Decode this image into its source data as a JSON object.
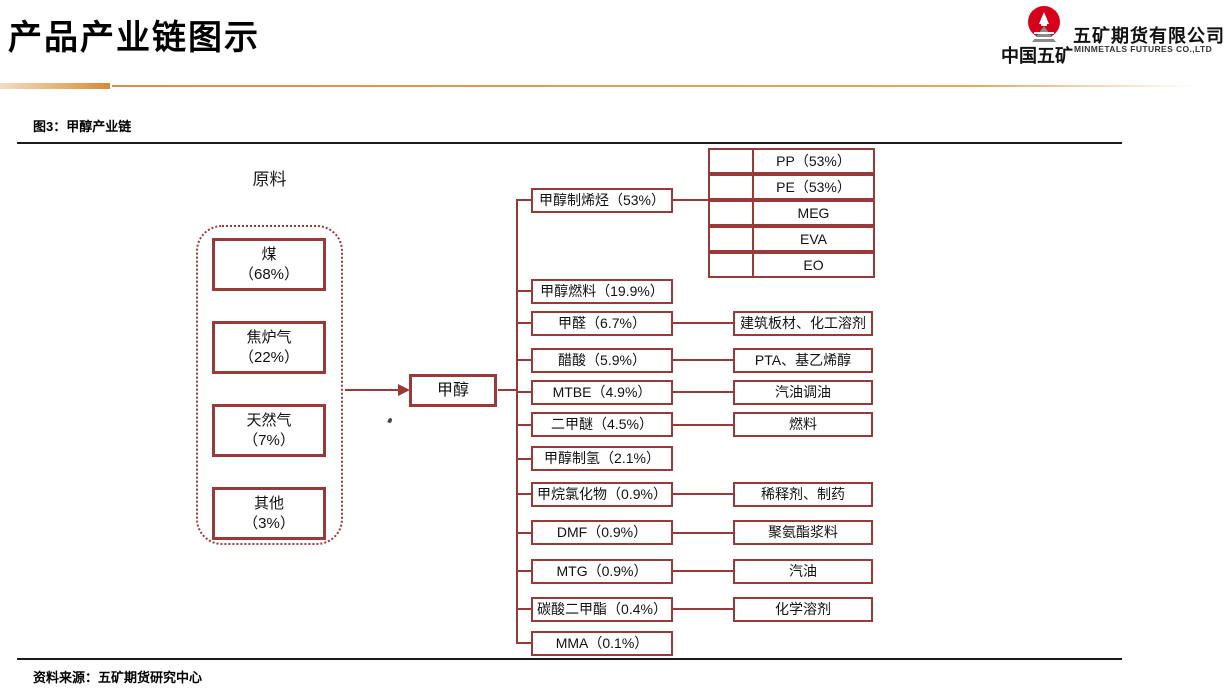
{
  "header": {
    "title": "产品产业链图示",
    "logo": {
      "company_cn": "中国五矿",
      "subsidiary_cn": "五矿期货有限公司",
      "subsidiary_en": "MINMETALS FUTURES CO.,LTD"
    }
  },
  "figure": {
    "caption": "图3：甲醇产业链",
    "source": "资料来源：五矿期货研究中心"
  },
  "diagram": {
    "feedstock_title": "原料",
    "feedstocks": [
      {
        "name": "煤",
        "share": "（68%）"
      },
      {
        "name": "焦炉气",
        "share": "（22%）"
      },
      {
        "name": "天然气",
        "share": "（7%）"
      },
      {
        "name": "其他",
        "share": "（3%）"
      }
    ],
    "core": "甲醇",
    "products": [
      {
        "label": "甲醇制烯烃（53%）"
      },
      {
        "label": "甲醇燃料（19.9%）"
      },
      {
        "label": "甲醛（6.7%）",
        "downstream": "建筑板材、化工溶剂"
      },
      {
        "label": "醋酸（5.9%）",
        "downstream": "PTA、基乙烯醇"
      },
      {
        "label": "MTBE（4.9%）",
        "downstream": "汽油调油"
      },
      {
        "label": "二甲醚（4.5%）",
        "downstream": "燃料"
      },
      {
        "label": "甲醇制氢（2.1%）"
      },
      {
        "label": "甲烷氯化物（0.9%）",
        "downstream": "稀释剂、制药"
      },
      {
        "label": "DMF（0.9%）",
        "downstream": "聚氨酯浆料"
      },
      {
        "label": "MTG（0.9%）",
        "downstream": "汽油"
      },
      {
        "label": "碳酸二甲酯（0.4%）",
        "downstream": "化学溶剂"
      },
      {
        "label": "MMA（0.1%）"
      }
    ],
    "olefin_products": [
      "PP（53%）",
      "PE（53%）",
      "MEG",
      "EVA",
      "EO"
    ]
  },
  "colors": {
    "accent_red": "#9a3a38",
    "gold": "#d98f42",
    "rule_black": "#1b1b1b",
    "logo_red": "#d6randomness001c"
  }
}
